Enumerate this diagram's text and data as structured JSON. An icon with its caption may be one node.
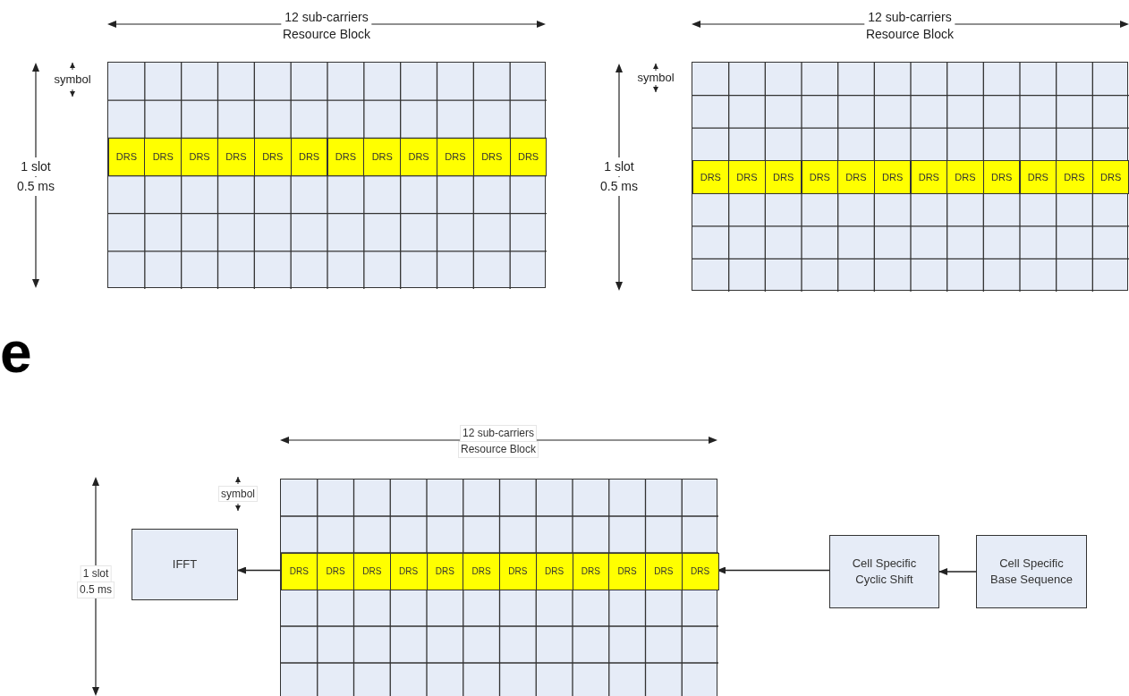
{
  "diagram": {
    "nodes": [
      {
        "text": [],
        "shape": "box"
      },
      {
        "text": [
          "DRS"
        ],
        "in": 0
      },
      {
        "text": [
          "DRS"
        ],
        "in": 0
      },
      {
        "text": [
          "DRS"
        ],
        "in": 0
      },
      {
        "text": [
          "DRS"
        ],
        "in": 0
      },
      {
        "text": [
          "DRS"
        ],
        "in": 0
      },
      {
        "text": [
          "DRS"
        ],
        "in": 0
      },
      {
        "text": [
          "DRS"
        ],
        "in": 0
      },
      {
        "text": [
          "DRS"
        ],
        "in": 0
      },
      {
        "text": [
          "DRS"
        ],
        "in": 0
      },
      {
        "text": [
          "DRS"
        ],
        "in": 0
      },
      {
        "text": [
          "DRS"
        ],
        "in": 0
      },
      {
        "text": [
          "DRS"
        ],
        "in": 0
      },
      {
        "text": [],
        "shape": "box"
      },
      {
        "text": [
          "DRS"
        ],
        "in": 13
      },
      {
        "text": [
          "DRS"
        ],
        "in": 13
      },
      {
        "text": [
          "DRS"
        ],
        "in": 13
      },
      {
        "text": [
          "DRS"
        ],
        "in": 13
      },
      {
        "text": [
          "DRS"
        ],
        "in": 13
      },
      {
        "text": [
          "DRS"
        ],
        "in": 13
      },
      {
        "text": [
          "DRS"
        ],
        "in": 13
      },
      {
        "text": [
          "DRS"
        ],
        "in": 13
      },
      {
        "text": [
          "DRS"
        ],
        "in": 13
      },
      {
        "text": [
          "DRS"
        ],
        "in": 13
      },
      {
        "text": [
          "DRS"
        ],
        "in": 13
      },
      {
        "text": [
          "DRS"
        ],
        "in": 13
      },
      {
        "text": [
          "IFFT"
        ]
      },
      {
        "text": [],
        "shape": "box"
      },
      {
        "text": [
          "DRS"
        ],
        "in": 27
      },
      {
        "text": [
          "DRS"
        ],
        "in": 27
      },
      {
        "text": [
          "DRS"
        ],
        "in": 27
      },
      {
        "text": [
          "DRS"
        ],
        "in": 27
      },
      {
        "text": [
          "DRS"
        ],
        "in": 27
      },
      {
        "text": [
          "DRS"
        ],
        "in": 27
      },
      {
        "text": [
          "DRS"
        ],
        "in": 27
      },
      {
        "text": [
          "DRS"
        ],
        "in": 27
      },
      {
        "text": [
          "DRS"
        ],
        "in": 27
      },
      {
        "text": [
          "DRS"
        ],
        "in": 27
      },
      {
        "text": [
          "DRS"
        ],
        "in": 27
      },
      {
        "text": [
          "DRS"
        ],
        "in": 27
      },
      {
        "text": [
          "Cell Specific Cyclic Shift"
        ]
      },
      {
        "text": [
          "Cell Specific Base Sequence"
        ]
      }
    ],
    "edges": [
      {
        "from": 28,
        "to": 26,
        "arrow": "to"
      },
      {
        "from": 40,
        "to": 39,
        "arrow": "to"
      },
      {
        "from": 41,
        "to": 40,
        "arrow": "to"
      }
    ],
    "labels": [
      "12 sub-carriers",
      "Resource Block",
      "symbol",
      "1 slot",
      "0.5 ms",
      "12 sub-carriers",
      "Resource Block",
      "symbol",
      "1 slot",
      "0.5 ms",
      "e",
      "12 sub-carriers",
      "Resource Block",
      "symbol",
      "1 slot",
      "0.5 ms"
    ]
  }
}
